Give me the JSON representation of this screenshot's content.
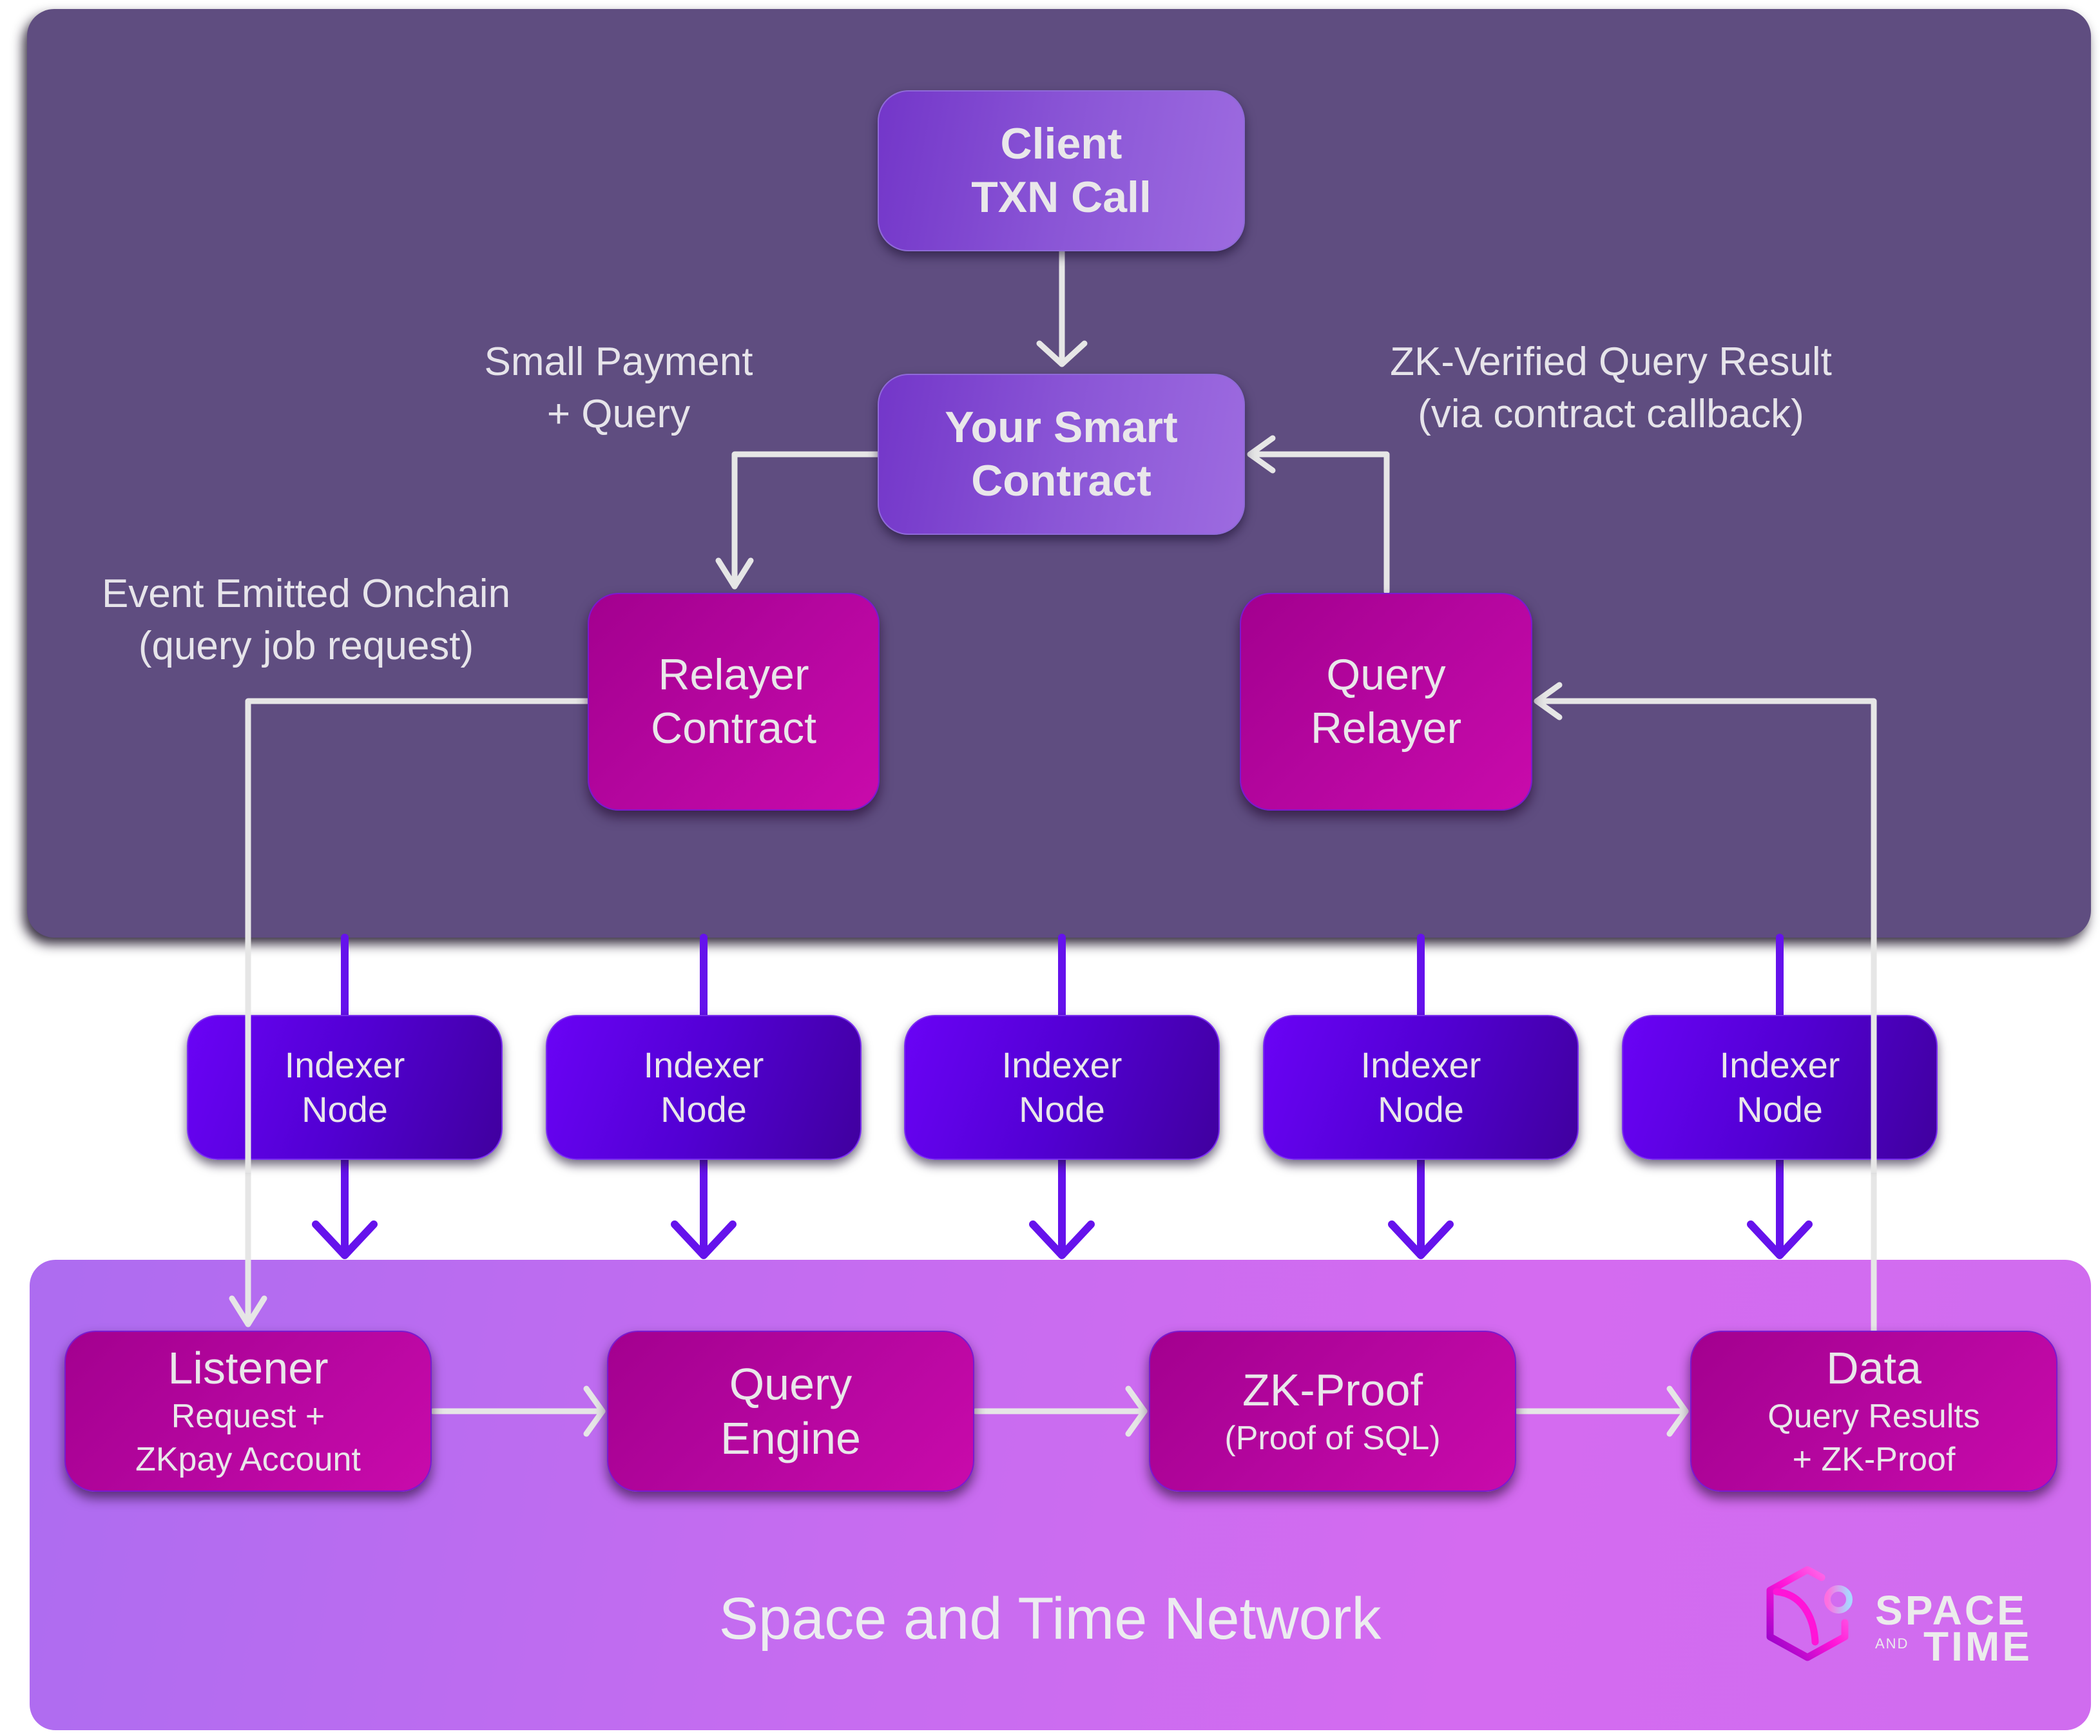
{
  "onchain": {
    "client_box": {
      "line1": "Client",
      "line2": "TXN Call"
    },
    "smart_contract_box": {
      "line1": "Your Smart",
      "line2": "Contract"
    },
    "relayer_contract_box": {
      "line1": "Relayer",
      "line2": "Contract"
    },
    "query_relayer_box": {
      "line1": "Query",
      "line2": "Relayer"
    },
    "annotations": {
      "payment": {
        "line1": "Small Payment",
        "line2": "+ Query"
      },
      "result": {
        "line1": "ZK-Verified Query Result",
        "line2": "(via contract callback)"
      },
      "event": {
        "line1": "Event Emitted Onchain",
        "line2": "(query job request)"
      }
    }
  },
  "indexers": [
    {
      "line1": "Indexer",
      "line2": "Node"
    },
    {
      "line1": "Indexer",
      "line2": "Node"
    },
    {
      "line1": "Indexer",
      "line2": "Node"
    },
    {
      "line1": "Indexer",
      "line2": "Node"
    },
    {
      "line1": "Indexer",
      "line2": "Node"
    }
  ],
  "network": {
    "title": "Space and Time Network",
    "boxes": [
      {
        "title": "Listener",
        "sub1": "Request +",
        "sub2": "ZKpay Account"
      },
      {
        "title": "Query",
        "title2": "Engine"
      },
      {
        "title": "ZK-Proof",
        "sub1": "(Proof of SQL)"
      },
      {
        "title": "Data",
        "sub1": "Query Results",
        "sub2": "+ ZK-Proof"
      }
    ]
  },
  "logo": {
    "word1": "SPACE",
    "word2": "AND",
    "word3": "TIME"
  },
  "colors": {
    "top_panel": "#5f4d80",
    "connector_light": "#e6e6e6",
    "connector_indexer": "#6512ec",
    "violet_box": "#8a55d6",
    "magenta_box": "#b5069f",
    "indexer_box": "#5200d3"
  }
}
